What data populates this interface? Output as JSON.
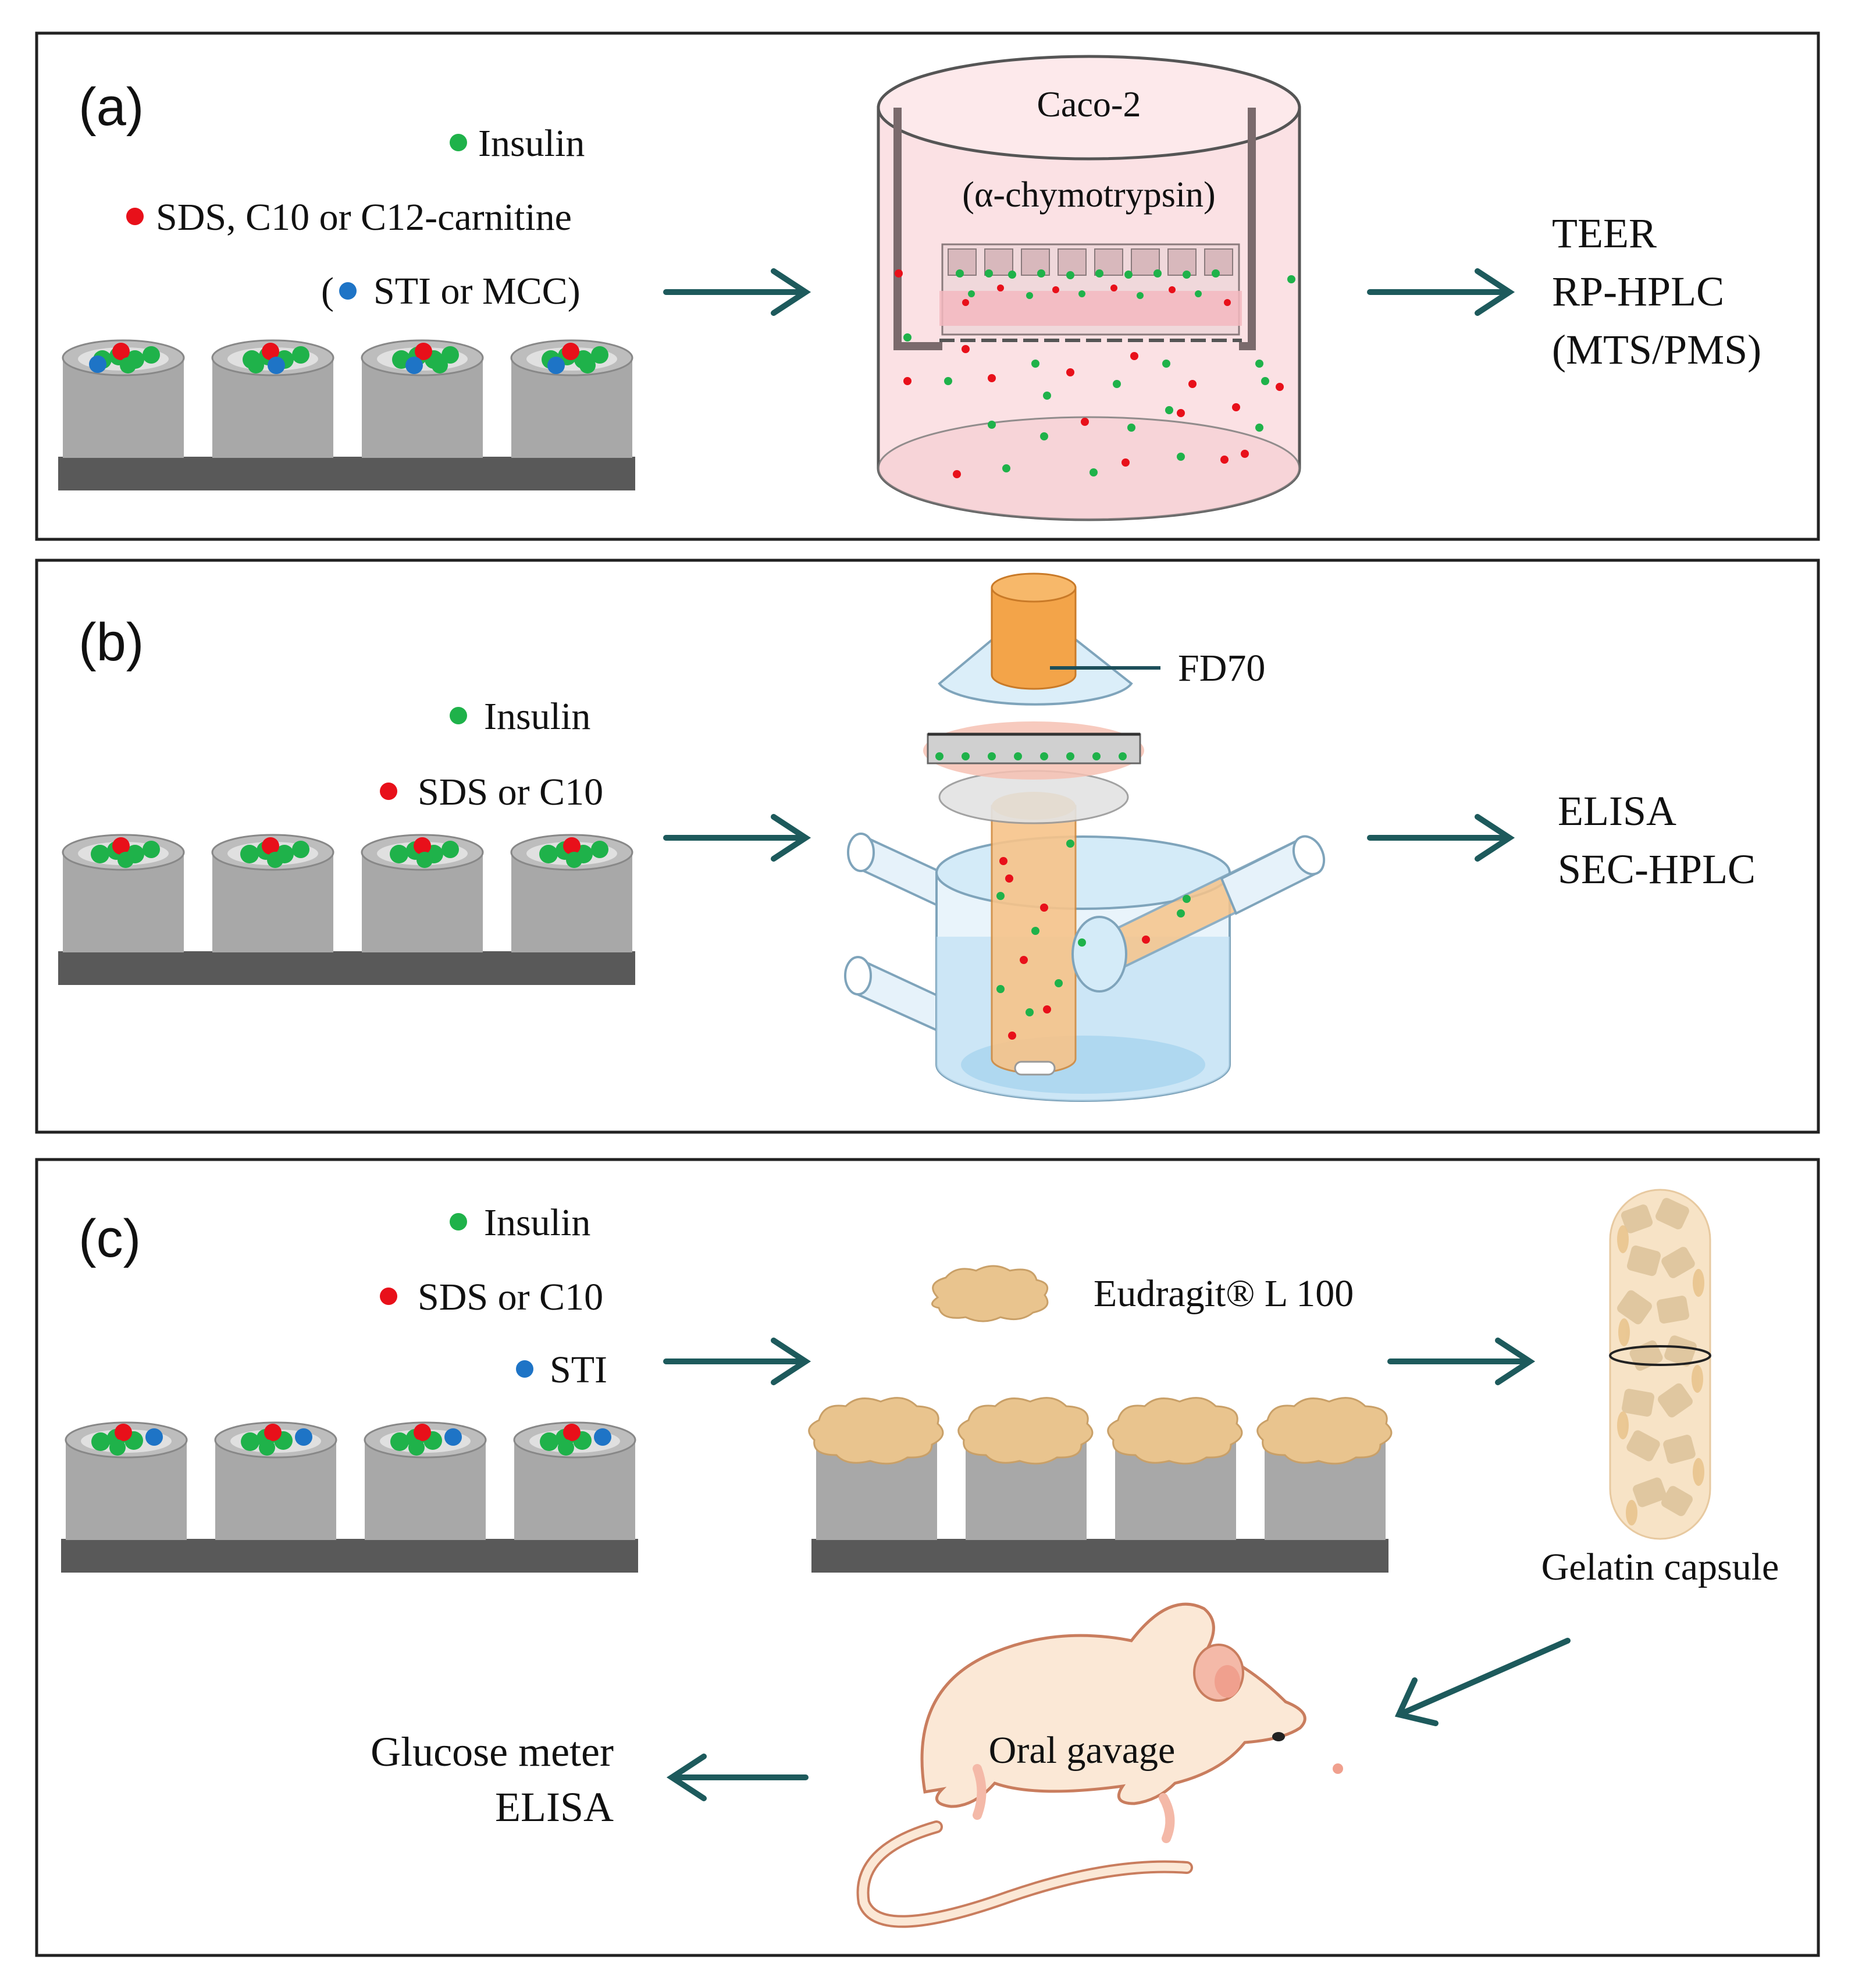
{
  "colors": {
    "insulin": "#1fb24a",
    "enhancer": "#e8101a",
    "inhibitor": "#1e74c6",
    "arrow": "#1d5a5c",
    "device_gray": "#a8a8a8",
    "base_dark": "#595959",
    "medium_pink": "#fbe1e4",
    "tube_orange": "#f7b26b",
    "water_blue": "#cfe8f6",
    "eudragit": "#e9c48e",
    "mouse_fill": "#fbe8d6",
    "mouse_stroke": "#c97d5e"
  },
  "panel_a": {
    "letter": "(a)",
    "legend": [
      {
        "pre": "",
        "text": "Insulin",
        "dot": "insulin"
      },
      {
        "pre": "",
        "text": "SDS, C10 or C12-carnitine",
        "dot": "enhancer"
      },
      {
        "pre": "(",
        "text": "STI or MCC)",
        "dot": "inhibitor"
      }
    ],
    "cell_label": "Caco-2",
    "enzyme_label": "(α-chymotrypsin)",
    "outputs": [
      "TEER",
      "RP-HPLC",
      "(MTS/PMS)"
    ]
  },
  "panel_b": {
    "letter": "(b)",
    "legend": [
      {
        "text": "Insulin",
        "dot": "insulin"
      },
      {
        "text": "SDS or C10",
        "dot": "enhancer"
      }
    ],
    "tracer_label": "FD70",
    "outputs": [
      "ELISA",
      "SEC-HPLC"
    ]
  },
  "panel_c": {
    "letter": "(c)",
    "legend": [
      {
        "text": "Insulin",
        "dot": "insulin"
      },
      {
        "text": "SDS or C10",
        "dot": "enhancer"
      },
      {
        "text": "STI",
        "dot": "inhibitor"
      }
    ],
    "coating_label": "Eudragit® L 100",
    "capsule_label": "Gelatin capsule",
    "animal_label": "Oral gavage",
    "outputs": [
      "Glucose meter",
      "ELISA"
    ]
  }
}
